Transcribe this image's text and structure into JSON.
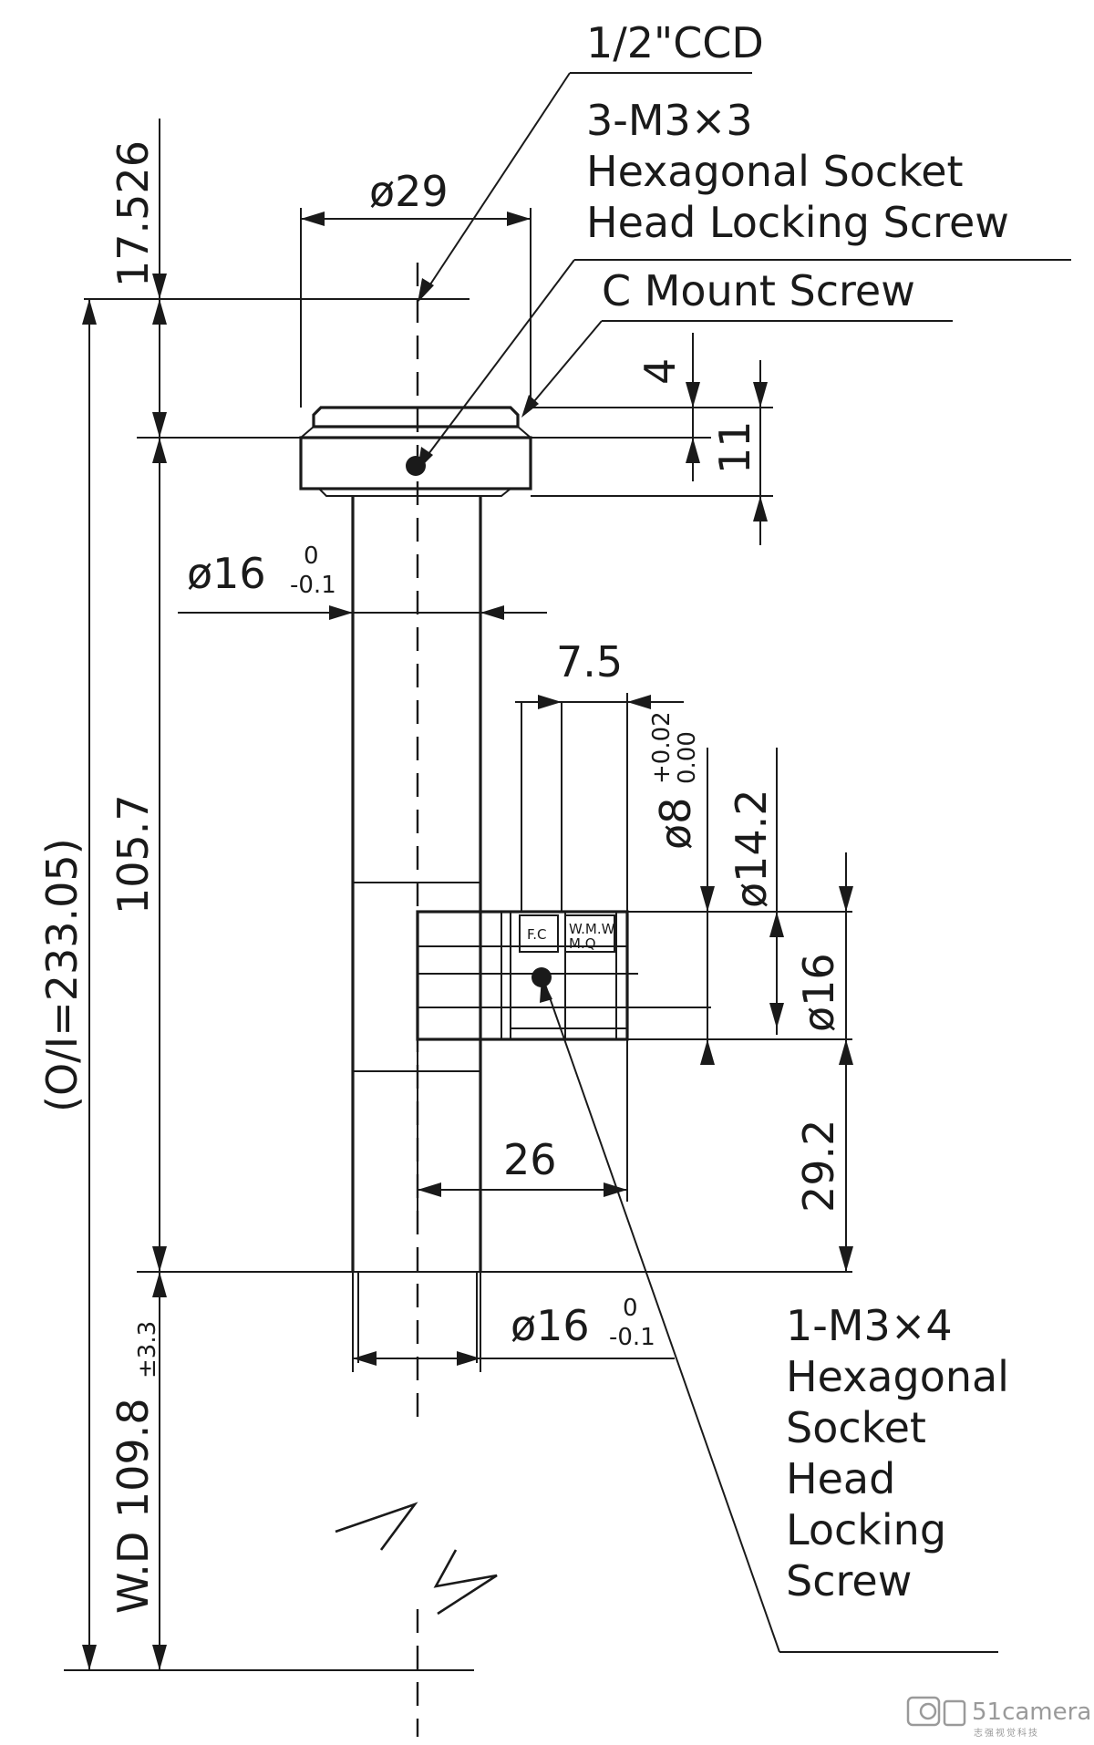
{
  "callouts": {
    "ccd": "1/2\"CCD",
    "hex_screw_top_lines": [
      "3-M3×3",
      "Hexagonal Socket",
      "Head Locking Screw"
    ],
    "c_mount": "C Mount Screw",
    "hex_screw_bottom_lines": [
      "1-M3×4",
      "Hexagonal",
      "Socket",
      "Head",
      "Locking",
      "Screw"
    ]
  },
  "dimensions": {
    "flange_dia": "ø29",
    "top_offset": "17.526",
    "mount_4": "4",
    "mount_11": "11",
    "barrel_dia_top": "ø16",
    "barrel_tol_top_upper": "0",
    "barrel_tol_top_lower": "-0.1",
    "port_7_5": "7.5",
    "port_dia_8": "ø8",
    "port_dia_8_tol_upper": "+0.02",
    "port_dia_8_tol_lower": "0.00",
    "port_dia_14_2": "ø14.2",
    "port_dia_16": "ø16",
    "body_105_7": "105.7",
    "oi": "(O/I=233.05)",
    "offset_29_2": "29.2",
    "port_26": "26",
    "barrel_dia_bottom": "ø16",
    "barrel_tol_bottom_upper": "0",
    "barrel_tol_bottom_lower": "-0.1",
    "wd": "W.D 109.8",
    "wd_tol": "±3.3"
  },
  "port_marks": {
    "fc": "F.C",
    "wmw": "W.M.W",
    "mq": "M.Q"
  },
  "watermark": {
    "brand": "51camera",
    "tagline": "志强视觉科技"
  }
}
